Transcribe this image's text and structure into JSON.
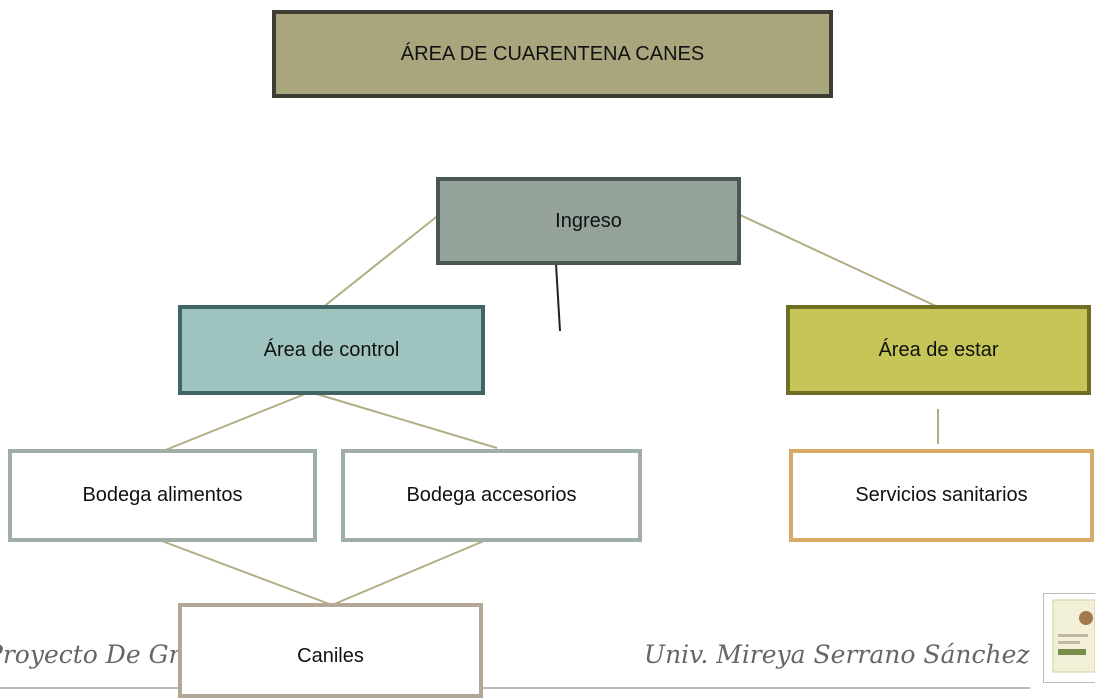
{
  "title": "ÁREA DE CUARENTENA CANES",
  "nodes": {
    "ingreso": "Ingreso",
    "area_control": "Área de control",
    "area_estar": "Área de estar",
    "bodega_alimentos": "Bodega alimentos",
    "bodega_accesorios": "Bodega accesorios",
    "servicios_sanitarios": "Servicios sanitarios",
    "caniles": "Caniles"
  },
  "footer": {
    "left_fragment": "Proyecto De Gr",
    "right": "Univ. Mireya Serrano Sánchez"
  },
  "colors": {
    "title_fill": "#a9a67e",
    "title_border": "#3d3d33",
    "ingreso_fill": "#95a39b",
    "ingreso_border": "#4a5651",
    "control_fill": "#9fc4c0",
    "control_border": "#406563",
    "estar_fill": "#c6c557",
    "estar_border": "#6f6e24",
    "bodega_border": "#a0aea8",
    "servicios_border": "#d5a966",
    "caniles_border": "#b3a895",
    "connector": "#b2ad83"
  }
}
